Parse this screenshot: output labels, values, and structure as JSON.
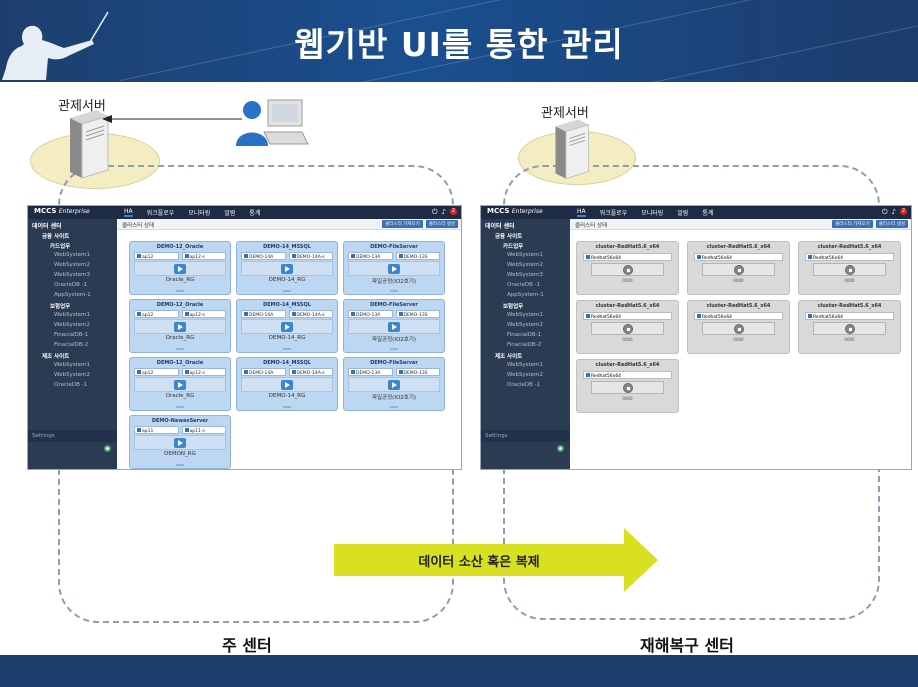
{
  "title": "웹기반 UI를 통한 관리",
  "left_server_label": "관제서버",
  "right_server_label": "관제서버",
  "arrow_text": "데이터 소산 혹은 복제",
  "left_center_label": "주 센터",
  "right_center_label": "재해복구 센터",
  "colors": {
    "banner": "#1c3c6c",
    "arrow": "#d9e021",
    "card_blue": "#bdd6f1",
    "card_gray": "#d9d9d9",
    "sidebar": "#2b3b52"
  },
  "app_left": {
    "logo": "MCCS",
    "logo_suffix": "Enterprise",
    "menu": [
      "HA",
      "워크플로우",
      "모니터링",
      "알람",
      "통계"
    ],
    "notif_count": "2",
    "content_title": "클러스터 상태",
    "btn_view": "클러스터 가져오기",
    "btn_create": "클러스터 생성",
    "sidebar": {
      "head": "데이터 센터",
      "site1": "금융 사이트",
      "group1": "카드업무",
      "group1_items": [
        "WebSystem1",
        "WebSystem2",
        "WebSystem3",
        "OracleDB -1",
        "AppSystem-1"
      ],
      "group2": "보험업무",
      "group2_items": [
        "WebSystem1",
        "WebSystem2",
        "FinacialDB-1",
        "FinacialDB-2"
      ],
      "site2": "제조 사이트",
      "site2_items": [
        "WebSystem1",
        "WebSystem2",
        "OracleDB -1"
      ],
      "settings": "Settings"
    },
    "cards": [
      {
        "title": "DEMO-12_Oracle",
        "n1": "ap12",
        "n2": "ap12-s",
        "rg": "Oracle_RG"
      },
      {
        "title": "DEMO-14_MSSQL",
        "n1": "DEMO-14A",
        "n2": "DEMO-14A-s",
        "rg": "DEMO-14_RG"
      },
      {
        "title": "DEMO-FileServer",
        "n1": "DEMO-13A",
        "n2": "DEMO-13S",
        "rg": "파일공정(IO2호기)"
      },
      {
        "title": "DEMO-12_Oracle",
        "n1": "ap12",
        "n2": "ap12-s",
        "rg": "Oracle_RG"
      },
      {
        "title": "DEMO-14_MSSQL",
        "n1": "DEMO-14A",
        "n2": "DEMO-14A-s",
        "rg": "DEMO-14_RG"
      },
      {
        "title": "DEMO-FileServer",
        "n1": "DEMO-13A",
        "n2": "DEMO-13S",
        "rg": "파일공정(IO2호기)"
      },
      {
        "title": "DEMO-12_Oracle",
        "n1": "ap12",
        "n2": "ap12-s",
        "rg": "Oracle_RG"
      },
      {
        "title": "DEMO-14_MSSQL",
        "n1": "DEMO-14A",
        "n2": "DEMO-14A-s",
        "rg": "DEMO-14_RG"
      },
      {
        "title": "DEMO-FileServer",
        "n1": "DEMO-13A",
        "n2": "DEMO-13S",
        "rg": "파일공정(IO2호기)"
      },
      {
        "title": "DEMO-NewaxServer",
        "n1": "ap11",
        "n2": "ap11-s",
        "rg": "DEMON_RG"
      }
    ]
  },
  "app_right": {
    "logo": "MCCS",
    "logo_suffix": "Enterprise",
    "menu": [
      "HA",
      "워크플로우",
      "모니터링",
      "알람",
      "통계"
    ],
    "notif_count": "2",
    "content_title": "클러스터 상태",
    "btn_view": "클러스터 가져오기",
    "btn_create": "클러스터 생성",
    "sidebar": {
      "head": "데이터 센터",
      "site1": "금융 사이트",
      "group1": "카드업무",
      "group1_items": [
        "WebSystem1",
        "WebSystem2",
        "WebSystem3",
        "OracleDB -1",
        "AppSystem-1"
      ],
      "group2": "보험업무",
      "group2_items": [
        "WebSystem1",
        "WebSystem2",
        "FinacialDB-1",
        "FinacialDB-2"
      ],
      "site2": "제조 사이트",
      "site2_items": [
        "WebSystem1",
        "WebSystem2",
        "OracleDB -1"
      ],
      "settings": "Settings"
    },
    "cards": [
      {
        "title": "cluster-RedHat5.6_x64",
        "node": "Redhat56x64",
        "txt": "0000"
      },
      {
        "title": "cluster-RedHat5.6_x64",
        "node": "Redhat56x64",
        "txt": "0000"
      },
      {
        "title": "cluster-RedHat5.6_x64",
        "node": "Redhat56x64",
        "txt": "0000"
      },
      {
        "title": "cluster-RedHat5.6_x64",
        "node": "Redhat56x64",
        "txt": "0000"
      },
      {
        "title": "cluster-RedHat5.6_x64",
        "node": "Redhat56x64",
        "txt": "0000"
      },
      {
        "title": "cluster-RedHat5.6_x64",
        "node": "Redhat56x64",
        "txt": "0000"
      },
      {
        "title": "cluster-RedHat5.6_x64",
        "node": "Redhat56x64",
        "txt": "0000"
      }
    ]
  }
}
